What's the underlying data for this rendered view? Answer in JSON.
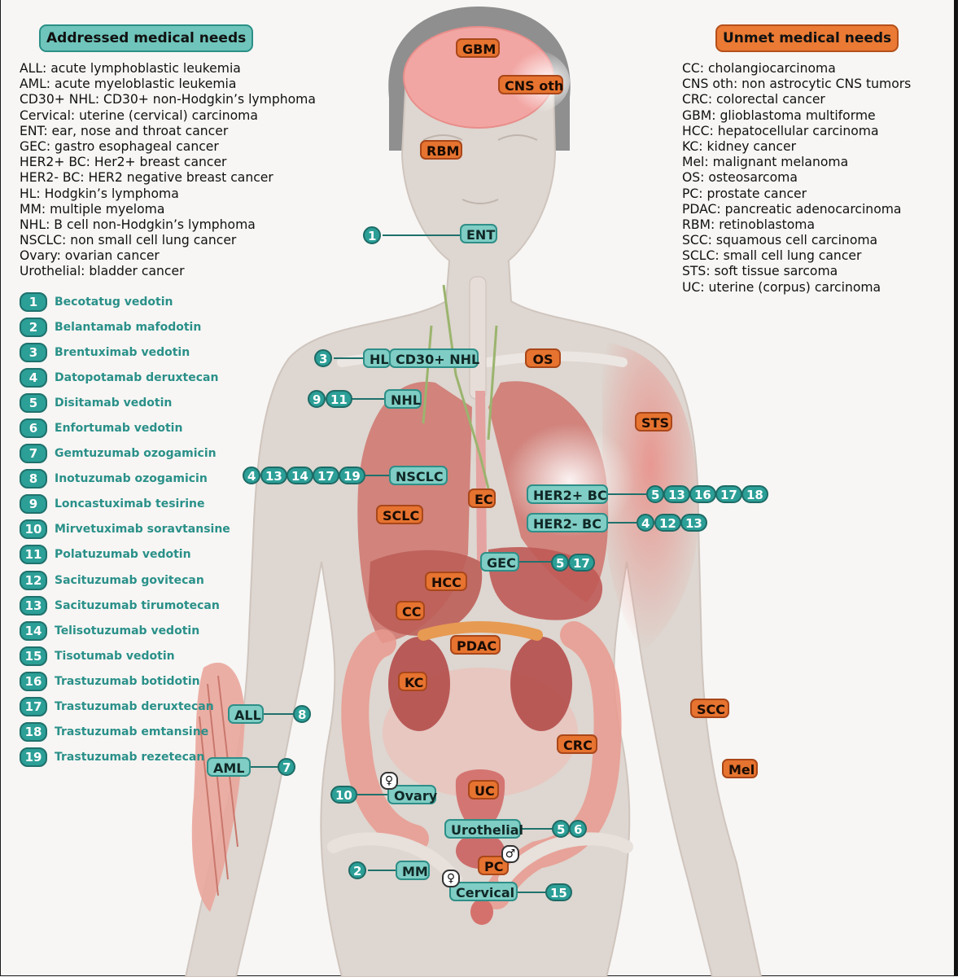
{
  "header_left": "Addressed medical needs",
  "header_right": "Unmet medical needs",
  "abbr_left": [
    "ALL: acute lymphoblastic leukemia",
    "AML: acute myeloblastic leukemia",
    "CD30+ NHL: CD30+ non-Hodgkin’s lymphoma",
    "Cervical: uterine (cervical) carcinoma",
    "ENT: ear, nose and throat cancer",
    "GEC: gastro esophageal cancer",
    "HER2+ BC: Her2+ breast cancer",
    "HER2- BC: HER2 negative breast cancer",
    "HL: Hodgkin’s lymphoma",
    "MM: multiple myeloma",
    "NHL: B cell non-Hodgkin’s lymphoma",
    "NSCLC: non small cell lung cancer",
    "Ovary: ovarian cancer",
    "Urothelial: bladder cancer"
  ],
  "abbr_right": [
    "CC: cholangiocarcinoma",
    "CNS oth: non astrocytic CNS tumors",
    "CRC: colorectal cancer",
    "GBM: glioblastoma multiforme",
    "HCC: hepatocellular carcinoma",
    "KC: kidney cancer",
    "Mel: malignant melanoma",
    "OS: osteosarcoma",
    "PC: prostate cancer",
    "PDAC: pancreatic adenocarcinoma",
    "RBM: retinoblastoma",
    "SCC: squamous cell carcinoma",
    "SCLC: small cell lung cancer",
    "STS: soft tissue sarcoma",
    "UC: uterine (corpus) carcinoma"
  ],
  "drugs": [
    {
      "num": "1",
      "name": "Becotatug vedotin"
    },
    {
      "num": "2",
      "name": "Belantamab mafodotin"
    },
    {
      "num": "3",
      "name": "Brentuximab vedotin"
    },
    {
      "num": "4",
      "name": "Datopotamab deruxtecan"
    },
    {
      "num": "5",
      "name": "Disitamab vedotin"
    },
    {
      "num": "6",
      "name": "Enfortumab vedotin"
    },
    {
      "num": "7",
      "name": "Gemtuzumab ozogamicin"
    },
    {
      "num": "8",
      "name": "Inotuzumab ozogamicin"
    },
    {
      "num": "9",
      "name": "Loncastuximab tesirine"
    },
    {
      "num": "10",
      "name": "Mirvetuximab soravtansine"
    },
    {
      "num": "11",
      "name": "Polatuzumab vedotin"
    },
    {
      "num": "12",
      "name": "Sacituzumab govitecan"
    },
    {
      "num": "13",
      "name": "Sacituzumab tirumotecan"
    },
    {
      "num": "14",
      "name": "Telisotuzumab vedotin"
    },
    {
      "num": "15",
      "name": "Tisotumab vedotin"
    },
    {
      "num": "16",
      "name": "Trastuzumab botidotin"
    },
    {
      "num": "17",
      "name": "Trastuzumab deruxtecan"
    },
    {
      "num": "18",
      "name": "Trastuzumab emtansine"
    },
    {
      "num": "19",
      "name": "Trastuzumab rezetecan"
    }
  ],
  "addressed": {
    "ent": {
      "label": "ENT",
      "drugs": [
        "1"
      ]
    },
    "hl": {
      "label": "HL",
      "drugs": [
        "3"
      ]
    },
    "cd30": {
      "label": "CD30+ NHL"
    },
    "nhl": {
      "label": "NHL",
      "drugs": [
        "9",
        "11"
      ]
    },
    "nsclc": {
      "label": "NSCLC",
      "drugs": [
        "4",
        "13",
        "14",
        "17",
        "19"
      ]
    },
    "her2pos": {
      "label": "HER2+ BC",
      "drugs": [
        "5",
        "13",
        "16",
        "17",
        "18"
      ]
    },
    "her2neg": {
      "label": "HER2- BC",
      "drugs": [
        "4",
        "12",
        "13"
      ]
    },
    "gec": {
      "label": "GEC",
      "drugs": [
        "5",
        "17"
      ]
    },
    "all": {
      "label": "ALL",
      "drugs": [
        "8"
      ]
    },
    "aml": {
      "label": "AML",
      "drugs": [
        "7"
      ]
    },
    "ovary": {
      "label": "Ovary",
      "drugs": [
        "10"
      ]
    },
    "urothelial": {
      "label": "Urothelial",
      "drugs": [
        "5",
        "6"
      ]
    },
    "mm": {
      "label": "MM",
      "drugs": [
        "2"
      ]
    },
    "cervical": {
      "label": "Cervical",
      "drugs": [
        "15"
      ]
    }
  },
  "unmet": {
    "gbm": "GBM",
    "cns": "CNS oth",
    "rbm": "RBM",
    "os": "OS",
    "sts": "STS",
    "ec": "EC",
    "sclc": "SCLC",
    "hcc": "HCC",
    "cc": "CC",
    "pdac": "PDAC",
    "kc": "KC",
    "crc": "CRC",
    "uc": "UC",
    "pc": "PC",
    "scc": "SCC",
    "mel": "Mel"
  },
  "symbols": {
    "female": "♀",
    "male": "♂"
  },
  "colors": {
    "teal": "#2c9f97",
    "teal_light": "#7fcdc4",
    "orange": "#e6732f",
    "drug_text": "#2a9089"
  }
}
